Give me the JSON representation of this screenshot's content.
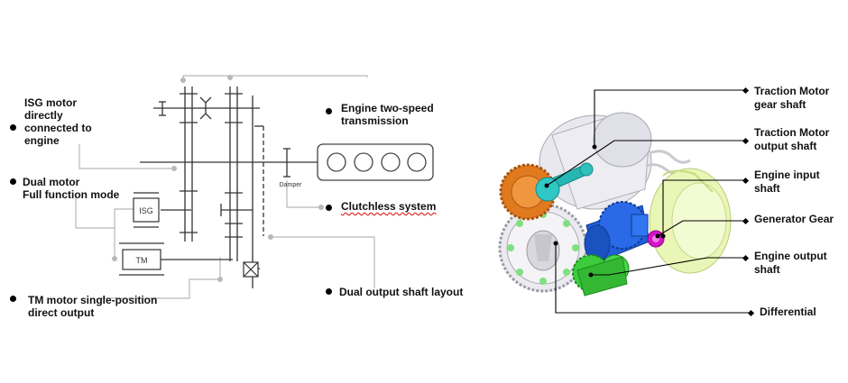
{
  "left_labels": {
    "isg_motor": [
      "ISG motor",
      "directly",
      "connected to",
      "engine"
    ],
    "dual_motor": [
      "Dual motor",
      "Full function mode"
    ],
    "tm_motor": [
      "TM motor single-position",
      "direct output"
    ],
    "engine_two_speed": [
      "Engine two-speed",
      "transmission"
    ],
    "clutchless": "Clutchless system",
    "dual_output": "Dual output shaft layout"
  },
  "schematic_boxes": {
    "isg": "ISG",
    "tm": "TM",
    "damper": "Damper"
  },
  "right_labels": {
    "traction_gear": [
      "Traction Motor",
      "gear shaft"
    ],
    "traction_output": [
      "Traction Motor",
      "output shaft"
    ],
    "engine_input": [
      "Engine input",
      "shaft"
    ],
    "generator_gear": "Generator Gear",
    "engine_output": [
      "Engine output",
      "shaft"
    ],
    "differential": "Differential"
  },
  "colors": {
    "leader_gray": "#b8b8b8",
    "schematic_line": "#333333",
    "gear_orange": "#e07a1f",
    "gear_teal": "#27b7b3",
    "gear_blue": "#1f5fd8",
    "gear_green": "#3ccc3c",
    "gear_magenta": "#d414c8",
    "housing_light": "#e6e6ec",
    "housing_yellow": "#e8f5b0"
  }
}
